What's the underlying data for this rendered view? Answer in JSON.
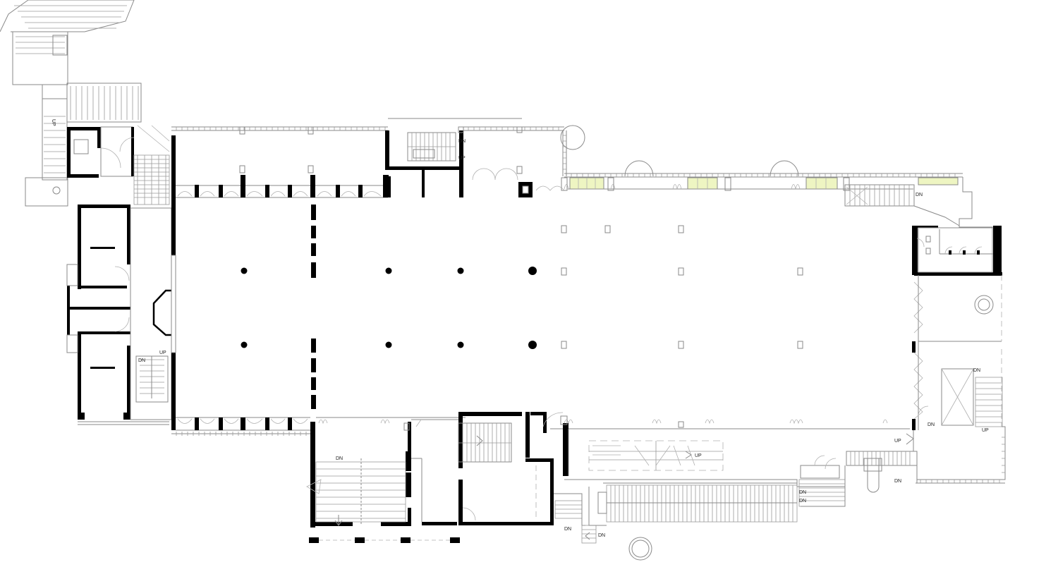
{
  "labels": {
    "dn_top_stair": "DN",
    "up_top_stair": "UP",
    "dn_northeast": "DN",
    "dn_left_stair": "DN",
    "up_left_stair": "UP",
    "dn_south_stair": "DN",
    "dn_east_stair": "DN",
    "dn_east_lower": "DN",
    "up_east": "UP",
    "up_east_lower": "UP",
    "up_corridor": "UP",
    "dn_ramp": "DN",
    "dn_ramp_east": "DN",
    "dn_bottom_1": "DN",
    "dn_bottom_2": "DN",
    "dn_southeast": "DN"
  },
  "colors": {
    "wall": "#000000",
    "line": "#8a8a8a",
    "glazing": "#eef5c2"
  },
  "icons": {
    "column": "round-column-icon",
    "door": "door-swing-icon",
    "stair": "stair-icon"
  }
}
